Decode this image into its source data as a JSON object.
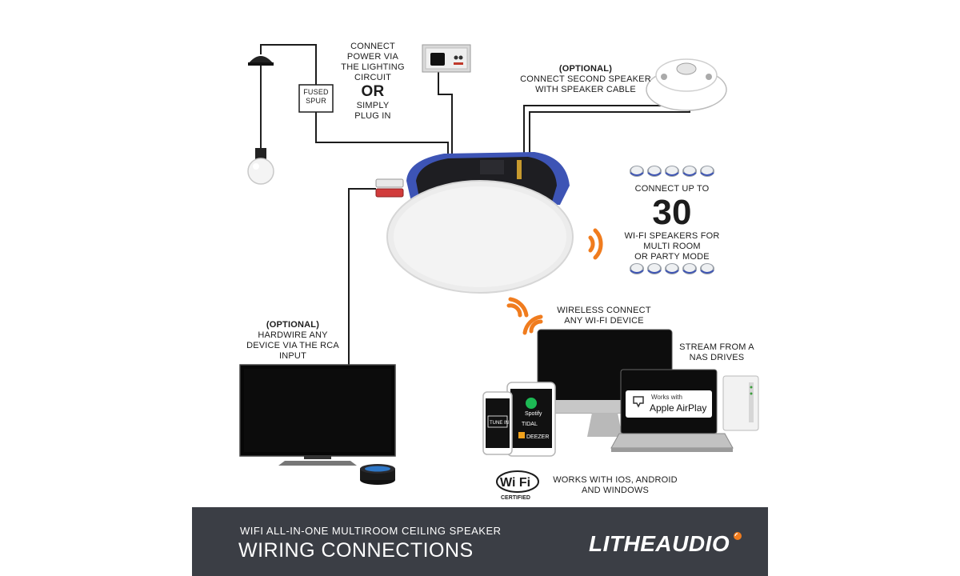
{
  "labels": {
    "connect_power": [
      "CONNECT",
      "POWER VIA",
      "THE LIGHTING",
      "CIRCUIT"
    ],
    "or": "OR",
    "plug_in": [
      "SIMPLY",
      "PLUG IN"
    ],
    "fused_spur": [
      "FUSED",
      "SPUR"
    ],
    "second_speaker_optional": "(OPTIONAL)",
    "second_speaker": [
      "CONNECT SECOND SPEAKER",
      "WITH SPEAKER CABLE"
    ],
    "connect_up_to": "CONNECT UP TO",
    "speaker_count": "30",
    "multi_room": [
      "WI-FI SPEAKERS FOR",
      "MULTI ROOM",
      "OR PARTY MODE"
    ],
    "rca_optional": "(OPTIONAL)",
    "rca": [
      "HARDWIRE ANY",
      "DEVICE VIA THE RCA",
      "INPUT"
    ],
    "wireless": [
      "WIRELESS CONNECT",
      "ANY WI-FI DEVICE"
    ],
    "nas": [
      "STREAM FROM A",
      "NAS DRIVES"
    ],
    "works_with": [
      "WORKS WITH IOS, ANDROID",
      "AND WINDOWS"
    ]
  },
  "devices": {
    "airplay_small": "Works with",
    "airplay_big": "Apple AirPlay",
    "spotify": "Spotify",
    "tidal": "TIDAL",
    "deezer": "DEEZER",
    "tunein": "TUNE IN",
    "wifi_logo": "Wi Fi",
    "wifi_certified": "CERTIFIED"
  },
  "footer": {
    "subtitle": "WIFI ALL-IN-ONE MULTIROOM CEILING SPEAKER",
    "title": "WIRING CONNECTIONS",
    "brand": "LITHEAUDIO"
  },
  "colors": {
    "accent_orange": "#f07c1e",
    "speaker_blue": "#3d54b5",
    "footer_bg": "#3b3e45",
    "wire": "#1c1c1c"
  },
  "icons": [
    "ceiling-rose-icon",
    "light-bulb-icon",
    "wall-socket-icon",
    "ceiling-speaker-icon",
    "wifi-signal-icon",
    "tv-icon",
    "smart-speaker-icon",
    "monitor-icon",
    "laptop-icon",
    "phone-icon",
    "tablet-icon",
    "nas-drive-icon",
    "wifi-certified-logo"
  ]
}
